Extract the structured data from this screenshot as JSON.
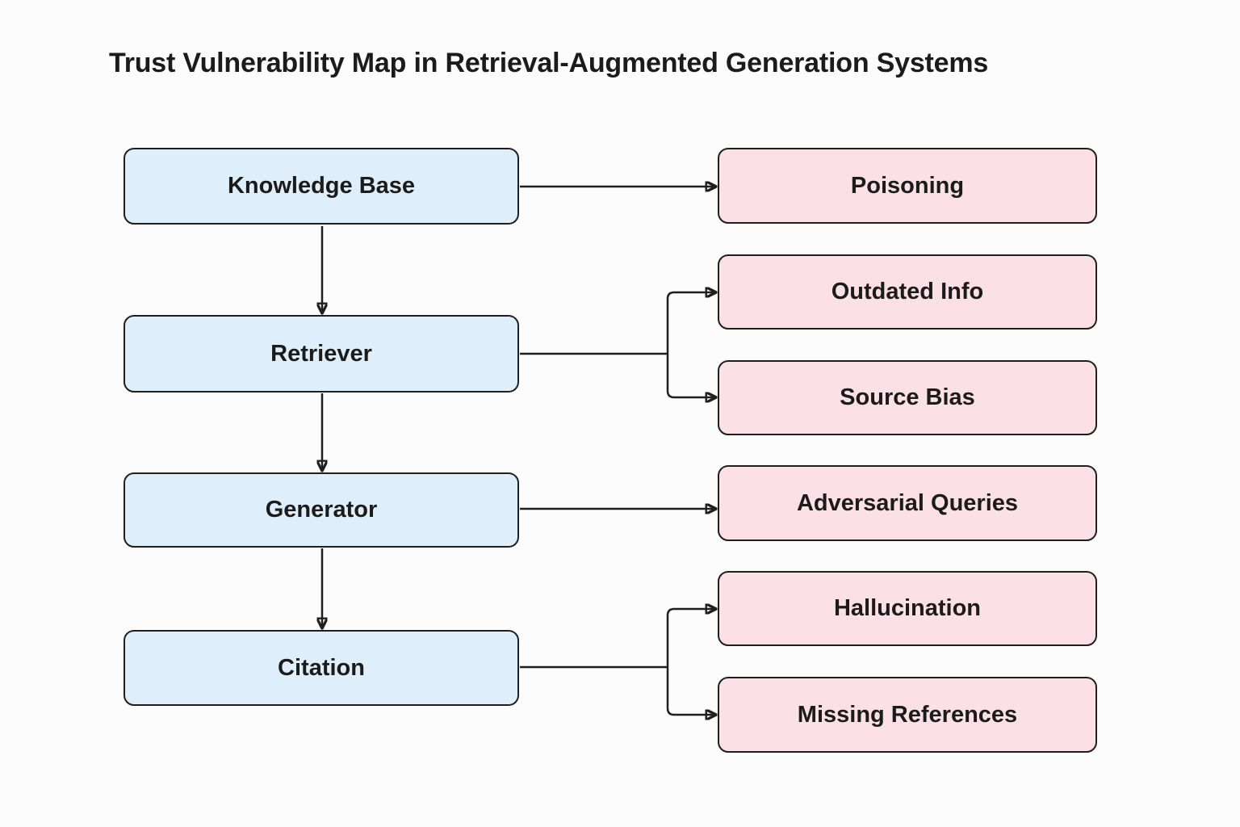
{
  "title": "Trust Vulnerability Map in Retrieval-Augmented Generation Systems",
  "diagram": {
    "type": "flowchart",
    "stages": [
      {
        "id": "knowledge_base",
        "label": "Knowledge Base"
      },
      {
        "id": "retriever",
        "label": "Retriever"
      },
      {
        "id": "generator",
        "label": "Generator"
      },
      {
        "id": "citation",
        "label": "Citation"
      }
    ],
    "risks": [
      {
        "id": "poisoning",
        "label": "Poisoning",
        "source": "knowledge_base"
      },
      {
        "id": "outdated_info",
        "label": "Outdated Info",
        "source": "retriever"
      },
      {
        "id": "source_bias",
        "label": "Source Bias",
        "source": "retriever"
      },
      {
        "id": "adversarial_queries",
        "label": "Adversarial Queries",
        "source": "generator"
      },
      {
        "id": "hallucination",
        "label": "Hallucination",
        "source": "citation"
      },
      {
        "id": "missing_references",
        "label": "Missing References",
        "source": "citation"
      }
    ],
    "edges": [
      {
        "from": "knowledge_base",
        "to": "retriever",
        "kind": "pipeline"
      },
      {
        "from": "retriever",
        "to": "generator",
        "kind": "pipeline"
      },
      {
        "from": "generator",
        "to": "citation",
        "kind": "pipeline"
      },
      {
        "from": "knowledge_base",
        "to": "poisoning",
        "kind": "vulnerability"
      },
      {
        "from": "retriever",
        "to": "outdated_info",
        "kind": "vulnerability"
      },
      {
        "from": "retriever",
        "to": "source_bias",
        "kind": "vulnerability"
      },
      {
        "from": "generator",
        "to": "adversarial_queries",
        "kind": "vulnerability"
      },
      {
        "from": "citation",
        "to": "hallucination",
        "kind": "vulnerability"
      },
      {
        "from": "citation",
        "to": "missing_references",
        "kind": "vulnerability"
      }
    ],
    "colors": {
      "stage_fill": "#DEEFFB",
      "risk_fill": "#FBE0E6",
      "node_border": "#1F1F1F",
      "edge_stroke": "#1F1F1F",
      "text": "#1B1B1B",
      "background": "#FCFCFC"
    }
  }
}
